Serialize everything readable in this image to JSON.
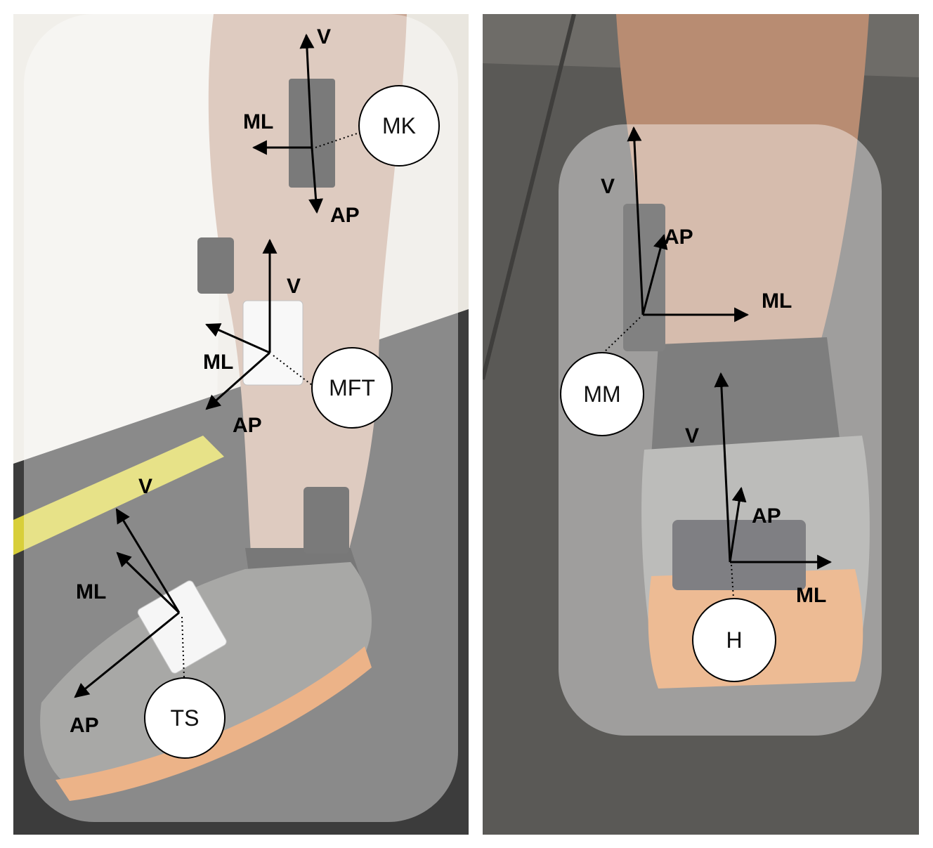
{
  "left_panel": {
    "sensors": {
      "mk": {
        "label": "MK",
        "axes": {
          "v": "V",
          "ml": "ML",
          "ap": "AP"
        }
      },
      "mft": {
        "label": "MFT",
        "axes": {
          "v": "V",
          "ml": "ML",
          "ap": "AP"
        }
      },
      "ts": {
        "label": "TS",
        "axes": {
          "v": "V",
          "ml": "ML",
          "ap": "AP"
        }
      }
    }
  },
  "right_panel": {
    "sensors": {
      "mm": {
        "label": "MM",
        "axes": {
          "v": "V",
          "ml": "ML",
          "ap": "AP"
        }
      },
      "h": {
        "label": "H",
        "axes": {
          "v": "V",
          "ml": "ML",
          "ap": "AP"
        }
      }
    }
  }
}
